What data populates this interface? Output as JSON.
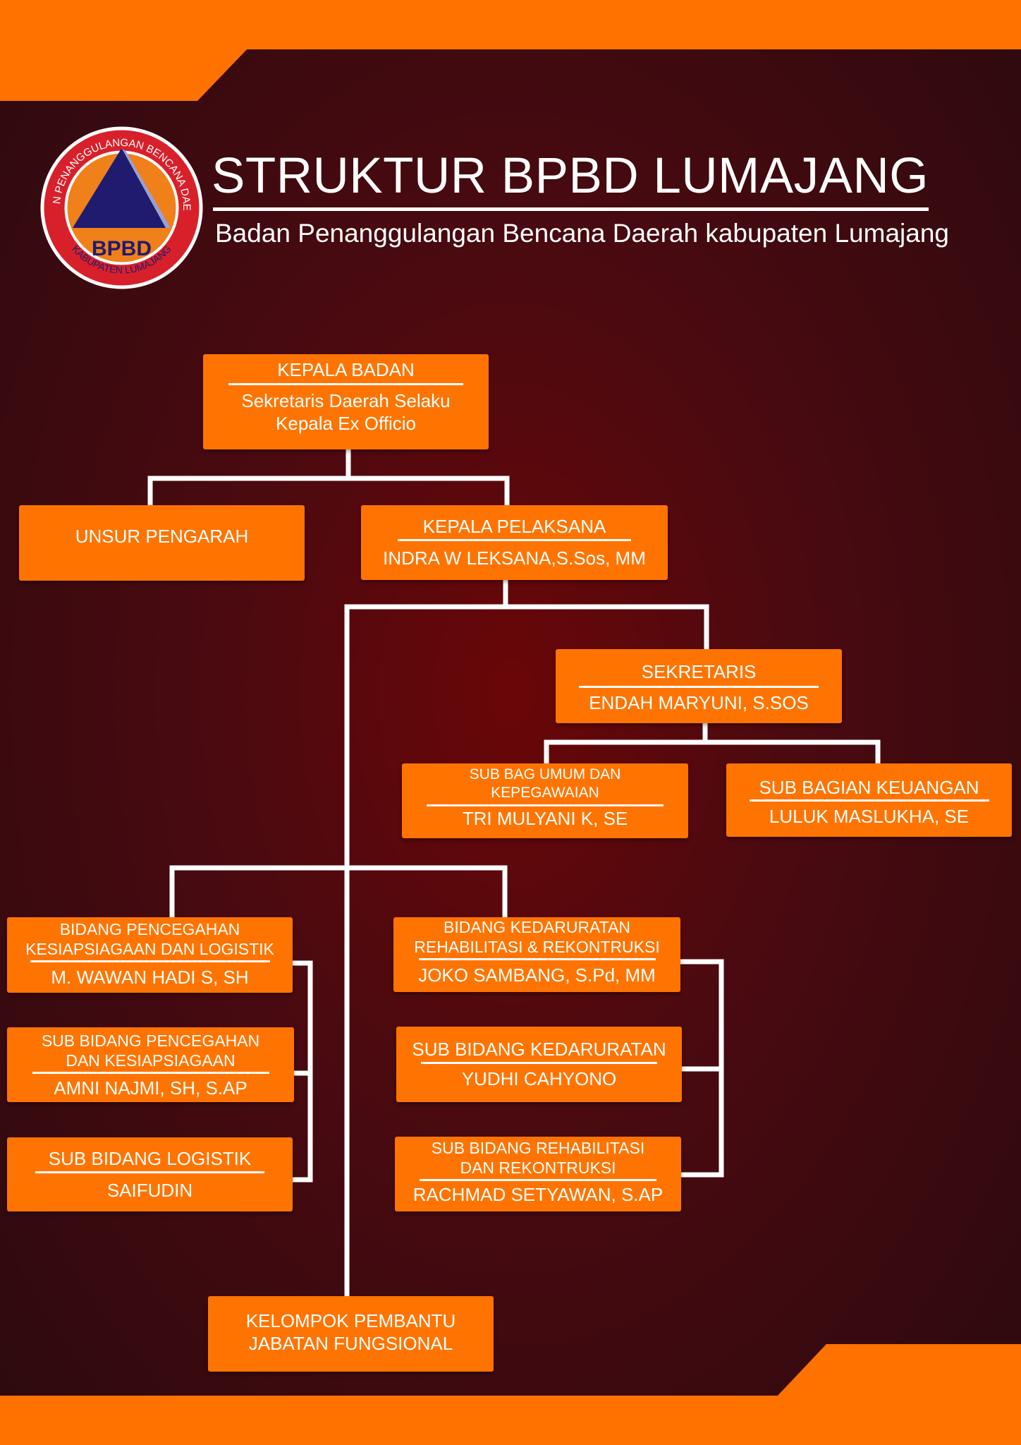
{
  "header": {
    "title": "STRUKTUR BPBD LUMAJANG",
    "subtitle": "Badan Penanggulangan Bencana Daerah kabupaten Lumajang"
  },
  "logo": {
    "ring_text_top": "BADAN PENANGGULANGAN BENCANA DAERAH",
    "center_text": "BPBD",
    "ring_text_bottom": "KABUPATEN LUMAJANG"
  },
  "org": {
    "kepala_badan": {
      "title": "KEPALA BADAN",
      "line1": "Sekretaris Daerah Selaku",
      "line2": "Kepala Ex Officio"
    },
    "unsur_pengarah": {
      "title": "UNSUR PENGARAH"
    },
    "kepala_pelaksana": {
      "title": "KEPALA PELAKSANA",
      "name": "INDRA W LEKSANA,S.Sos, MM"
    },
    "sekretaris": {
      "title": "SEKRETARIS",
      "name": "ENDAH MARYUNI, S.SOS"
    },
    "sub_bag_umum": {
      "title1": "SUB BAG UMUM DAN",
      "title2": "KEPEGAWAIAN",
      "name": "TRI MULYANI K, SE"
    },
    "sub_bag_keuangan": {
      "title": "SUB BAGIAN KEUANGAN",
      "name": "LULUK MASLUKHA, SE"
    },
    "bidang_pencegahan": {
      "title1": "BIDANG PENCEGAHAN",
      "title2": "KESIAPSIAGAAN DAN LOGISTIK",
      "name": "M. WAWAN HADI S, SH"
    },
    "sub_bidang_pencegahan": {
      "title1": "SUB BIDANG PENCEGAHAN",
      "title2": "DAN KESIAPSIAGAAN",
      "name": "AMNI NAJMI, SH, S.AP"
    },
    "sub_bidang_logistik": {
      "title": "SUB BIDANG LOGISTIK",
      "name": "SAIFUDIN"
    },
    "bidang_kedaruratan": {
      "title1": "BIDANG KEDARURATAN",
      "title2": "REHABILITASI & REKONTRUKSI",
      "name": "JOKO SAMBANG, S.Pd, MM"
    },
    "sub_bidang_kedaruratan": {
      "title": "SUB BIDANG KEDARURATAN",
      "name": "YUDHI CAHYONO"
    },
    "sub_bidang_rehabilitasi": {
      "title1": "SUB BIDANG REHABILITASI",
      "title2": "DAN REKONTRUKSI",
      "name": "RACHMAD SETYAWAN, S.AP"
    },
    "kelompok": {
      "line1": "KELOMPOK PEMBANTU",
      "line2": "JABATAN FUNGSIONAL"
    }
  },
  "colors": {
    "box": "#ff7400",
    "band": "#ff7200",
    "background": "#4a0a10",
    "logo_triangle": "#1f1b6e",
    "logo_ring": "#d8202a"
  }
}
